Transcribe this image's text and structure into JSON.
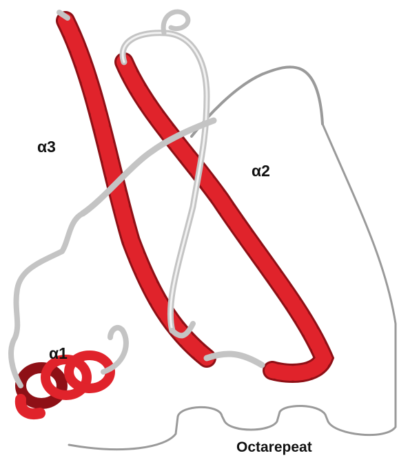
{
  "labels": {
    "helix3": "α3",
    "helix2": "α2",
    "helix1": "α1",
    "tail": "Octarepeat"
  },
  "colors": {
    "helix": "#e0232b",
    "helix_shadow": "#8e1016",
    "coil": "#c4c4c4",
    "coil_highlight": "#f2f2f2",
    "tail_line": "#9a9a9a"
  }
}
